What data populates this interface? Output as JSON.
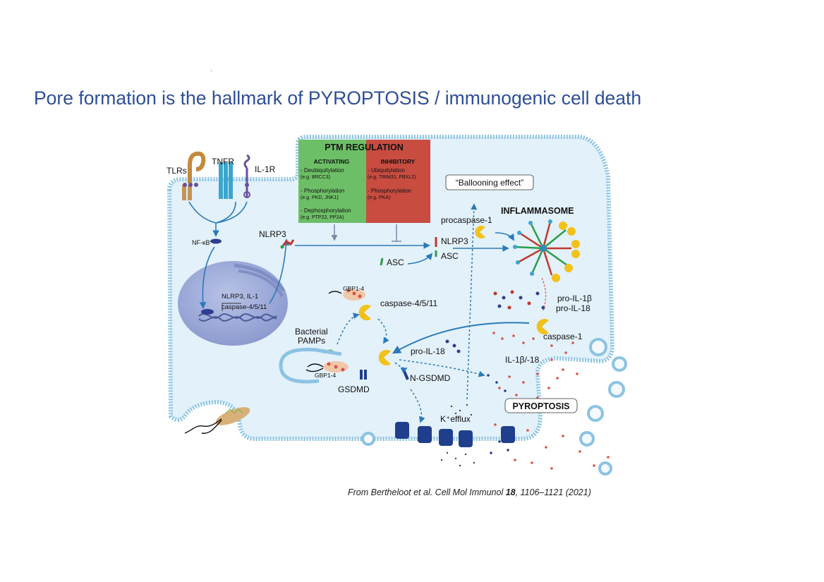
{
  "title": "Pore formation is the hallmark of PYROPTOSIS / immunogenic cell death",
  "citation": {
    "prefix": "From Bertheloot et al. Cell Mol Immunol ",
    "volume": "18",
    "suffix": ", 1106–1121 (2021)"
  },
  "ptm": {
    "header": "PTM REGULATION",
    "activating": {
      "title": "ACTIVATING",
      "items": [
        {
          "label": "- Deubiquitylation",
          "example": "(e.g. BRCC3)"
        },
        {
          "label": "- Phosphorylation",
          "example": "(e.g. PKD, JNK1)"
        },
        {
          "label": "- Dephosphorylation",
          "example": "(e.g. PTP22, PP2A)"
        }
      ]
    },
    "inhibitory": {
      "title": "INHIBITORY",
      "items": [
        {
          "label": "- Ubiquitylation",
          "example": "(e.g. TRIM31, FBXL2)"
        },
        {
          "label": "- Phosphorylation",
          "example": "(e.g. PKA)"
        }
      ]
    }
  },
  "labels": {
    "tlrs": "TLRs",
    "tnfr": "TNFR",
    "il1r": "IL-1R",
    "nfkb": "NF-κB",
    "nlrp3_cyto": "NLRP3",
    "nuc_genes_1": "NLRP3, IL-1",
    "nuc_genes_2": "caspase-4/5/11",
    "ballooning": "“Ballooning effect”",
    "procaspase": "procaspase-1",
    "inflammasome": "INFLAMMASOME",
    "nlrp3_complex": "NLRP3",
    "asc_complex": "ASC",
    "asc_free": "ASC",
    "gbp_top": "GBP1-4",
    "caspase_4511": "caspase-4/5/11",
    "pro_il1b": "pro-IL-1β",
    "pro_il18_top": "pro-IL-18",
    "caspase1": "caspase-1",
    "bacterial_1": "Bacterial",
    "bacterial_2": "PAMPs",
    "pro_il18_mid": "pro-IL-18",
    "gbp_bottom": "GBP1-4",
    "il1b18": "IL-1β/-18",
    "gsdmd": "GSDMD",
    "n_gsdmd": "N-GSDMD",
    "pyroptosis": "PYROPTOSIS",
    "k_efflux": "K⁺efflux"
  },
  "colors": {
    "title": "#2e4f96",
    "cell_fill": "#e3f1fa",
    "membrane": "#8cc3e3",
    "activating": "#6dbf67",
    "inhibitory": "#d9534a",
    "nucleus": "#9aa9d6",
    "caspase": "#f2c21a",
    "arrow": "#2a7ab8",
    "pore": "#1f3f8c"
  }
}
